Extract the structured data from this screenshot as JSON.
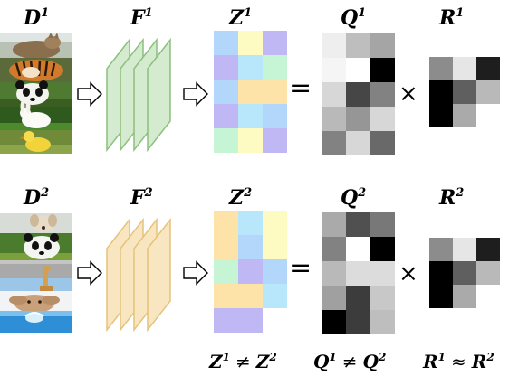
{
  "row1": {
    "d_label": {
      "base": "D",
      "sup": "1"
    },
    "f_label": {
      "base": "F",
      "sup": "1"
    },
    "z_label": {
      "base": "Z",
      "sup": "1"
    },
    "q_label": {
      "base": "Q",
      "sup": "1"
    },
    "r_label": {
      "base": "R",
      "sup": "1"
    },
    "equals": "=",
    "times": "×",
    "images": [
      "cat",
      "tiger",
      "panda",
      "rabbit",
      "duckling"
    ],
    "encoder_color": {
      "fill": "#d5ebcf",
      "stroke": "#8bc07e"
    },
    "z_colors": [
      [
        "#b3d7fb",
        "#fdfac2",
        "#c0b7f5"
      ],
      [
        "#c0b7f5",
        "#b8e6fb",
        "#c5f5d4"
      ],
      [
        "#b3d7fb",
        "#fde3a8",
        "#fde3a8"
      ],
      [
        "#c0b7f5",
        "#b8e6fb",
        "#b3d7fb"
      ],
      [
        "#c5f5d4",
        "#fdfac2",
        "#c0b7f5"
      ]
    ],
    "q_values": [
      [
        238,
        190,
        165
      ],
      [
        245,
        255,
        0
      ],
      [
        215,
        70,
        130
      ],
      [
        185,
        150,
        215
      ],
      [
        130,
        215,
        105
      ]
    ],
    "r_values": [
      [
        140,
        230,
        30
      ],
      [
        0,
        95,
        185
      ],
      [
        0,
        170,
        255
      ]
    ]
  },
  "row2": {
    "d_label": {
      "base": "D",
      "sup": "2"
    },
    "f_label": {
      "base": "F",
      "sup": "2"
    },
    "z_label": {
      "base": "Z",
      "sup": "2"
    },
    "q_label": {
      "base": "Q",
      "sup": "2"
    },
    "r_label": {
      "base": "R",
      "sup": "2"
    },
    "equals": "=",
    "times": "×",
    "images": [
      "dog",
      "panda",
      "road",
      "giraffe",
      "rabbit",
      "water"
    ],
    "encoder_color": {
      "fill": "#f8e6c0",
      "stroke": "#e6c27c"
    },
    "z_colors": [
      [
        "#fde3a8",
        "#b8e6fb",
        "#fdfac2"
      ],
      [
        "#fde3a8",
        "#b3d7fb",
        "#fdfac2"
      ],
      [
        "#c5f5d4",
        "#c0b7f5",
        "#b3d7fb"
      ],
      [
        "#fde3a8",
        "#fde3a8",
        "#b8e6fb"
      ],
      [
        "#c0b7f5",
        "#c0b7f5",
        "#ffffff"
      ]
    ],
    "q_values": [
      [
        170,
        80,
        120
      ],
      [
        130,
        255,
        0
      ],
      [
        185,
        220,
        220
      ],
      [
        160,
        60,
        200
      ],
      [
        0,
        60,
        190
      ]
    ],
    "r_values": [
      [
        140,
        230,
        30
      ],
      [
        0,
        95,
        185
      ],
      [
        0,
        170,
        255
      ]
    ]
  },
  "footer": {
    "z_relation": {
      "left_base": "Z",
      "left_sup": "1",
      "op": "≠",
      "right_base": "Z",
      "right_sup": "2"
    },
    "q_relation": {
      "left_base": "Q",
      "left_sup": "1",
      "op": "≠",
      "right_base": "Q",
      "right_sup": "2"
    },
    "r_relation": {
      "left_base": "R",
      "left_sup": "1",
      "op": "≈",
      "right_base": "R",
      "right_sup": "2"
    }
  },
  "arrow_style": {
    "fill": "#ffffff",
    "stroke": "#000000"
  }
}
